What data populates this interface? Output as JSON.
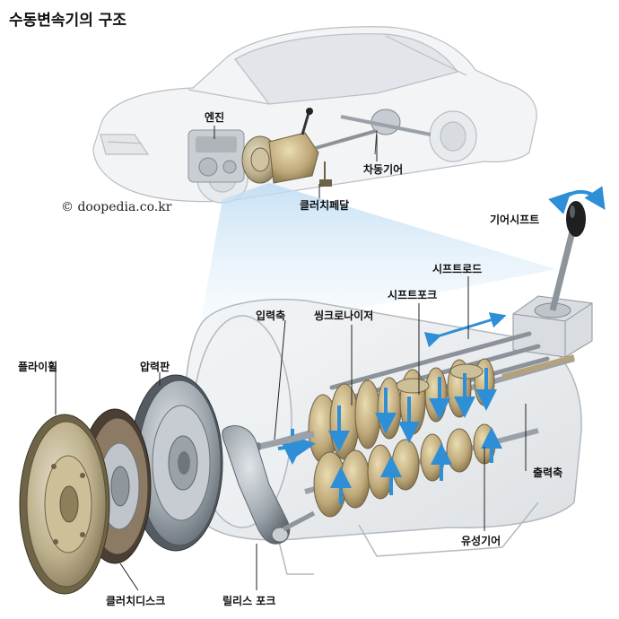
{
  "title": "수동변속기의 구조",
  "copyright": "© doopedia.co.kr",
  "labels": {
    "engine": "엔진",
    "differential": "차동기어",
    "clutch_pedal": "클러치페달",
    "gear_shift": "기어시프트",
    "shift_rod": "시프트로드",
    "shift_fork": "시프트포크",
    "input_shaft": "입력축",
    "synchronizer": "씽크로나이저",
    "flywheel": "플라이휠",
    "pressure_plate": "압력판",
    "output_shaft": "출력축",
    "idler_gear": "유성기어",
    "clutch_disc": "클러치디스크",
    "release_fork": "릴리스 포크"
  },
  "colors": {
    "gear": "#b9a374",
    "gear_dark": "#7d6a44",
    "arrow": "#2f8fd6",
    "steel": "#9aa1a8",
    "ghost": "#e6e9ec"
  }
}
